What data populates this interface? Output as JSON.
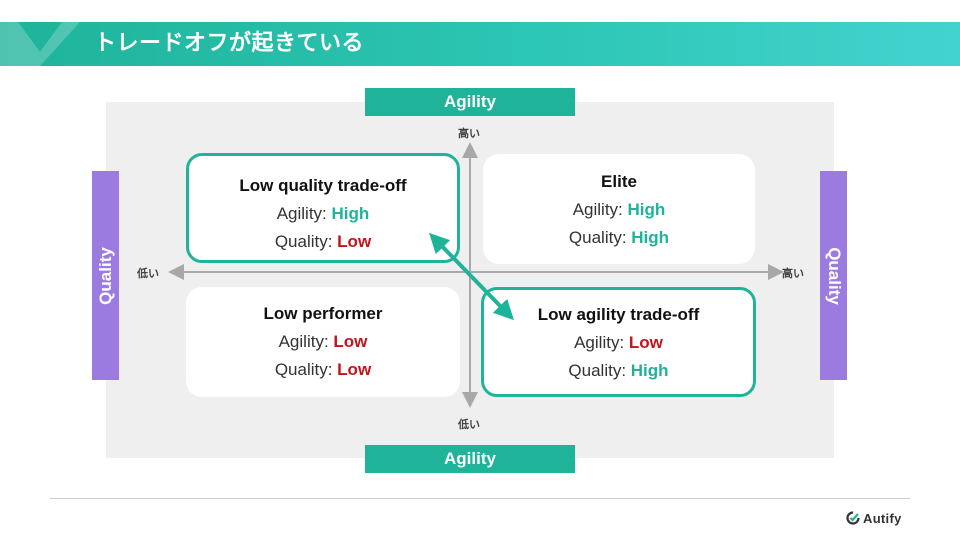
{
  "header": {
    "title": "トレードオフが起きている"
  },
  "axis_tabs": {
    "top": "Agility",
    "bottom": "Agility",
    "left": "Quality",
    "right": "Quality"
  },
  "ticks": {
    "top": "高い",
    "bottom": "低い",
    "left": "低い",
    "right": "高い"
  },
  "quadrants": {
    "top_left": {
      "title": "Low quality trade-off",
      "agility_label": "Agility: ",
      "agility_value": "High",
      "quality_label": "Quality: ",
      "quality_value": "Low"
    },
    "top_right": {
      "title": "Elite",
      "agility_label": "Agility: ",
      "agility_value": "High",
      "quality_label": "Quality: ",
      "quality_value": "High"
    },
    "bottom_left": {
      "title": "Low performer",
      "agility_label": "Agility: ",
      "agility_value": "Low",
      "quality_label": "Quality: ",
      "quality_value": "Low"
    },
    "bottom_right": {
      "title": "Low agility trade-off",
      "agility_label": "Agility: ",
      "agility_value": "Low",
      "quality_label": "Quality: ",
      "quality_value": "High"
    }
  },
  "colors": {
    "high": "#1fb39a",
    "low": "#c0151b",
    "accent": "#1fb39a",
    "quality": "#9b7be0"
  },
  "footer": {
    "logo_text": "Autify",
    "logo_icon": "autify-logo-icon"
  }
}
